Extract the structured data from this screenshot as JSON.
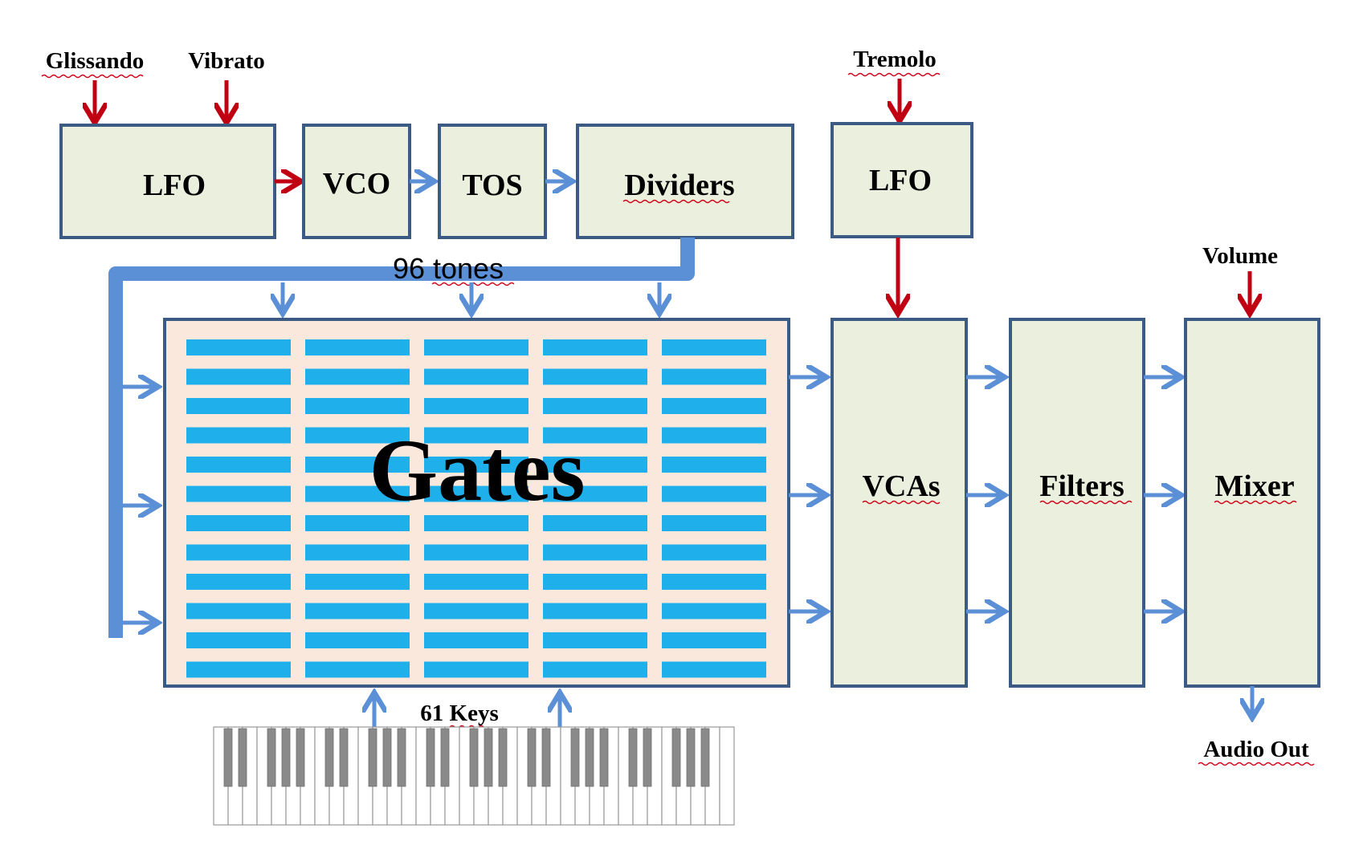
{
  "colors": {
    "block_fill": "#ebf0de",
    "block_stroke": "#3b5a84",
    "gates_fill": "#fbe8dc",
    "gate_bar": "#1fb0ec",
    "control_arrow": "#c00012",
    "signal_arrow": "#5b8fd6",
    "spellcheck_underline": "#d0021b"
  },
  "inputs": {
    "glissando": "Glissando",
    "vibrato": "Vibrato",
    "tremolo": "Tremolo",
    "volume": "Volume"
  },
  "blocks": {
    "lfo_pitch": "LFO",
    "vco": "VCO",
    "tos": "TOS",
    "dividers": "Dividers",
    "lfo_tremolo": "LFO",
    "gates": "Gates",
    "vcas": "VCAs",
    "filters": "Filters",
    "mixer": "Mixer"
  },
  "labels": {
    "tones_bus": "96 tones",
    "keys": "61 Keys",
    "audio_out": "Audio Out"
  },
  "gates_grid": {
    "columns": 5,
    "rows": 12
  },
  "keyboard": {
    "octaves": 5,
    "extra_white_keys": 1
  },
  "icons": {
    "control_input": "arrow-down-icon",
    "signal_flow": "arrow-right-icon",
    "keyboard": "piano-keyboard-icon"
  }
}
